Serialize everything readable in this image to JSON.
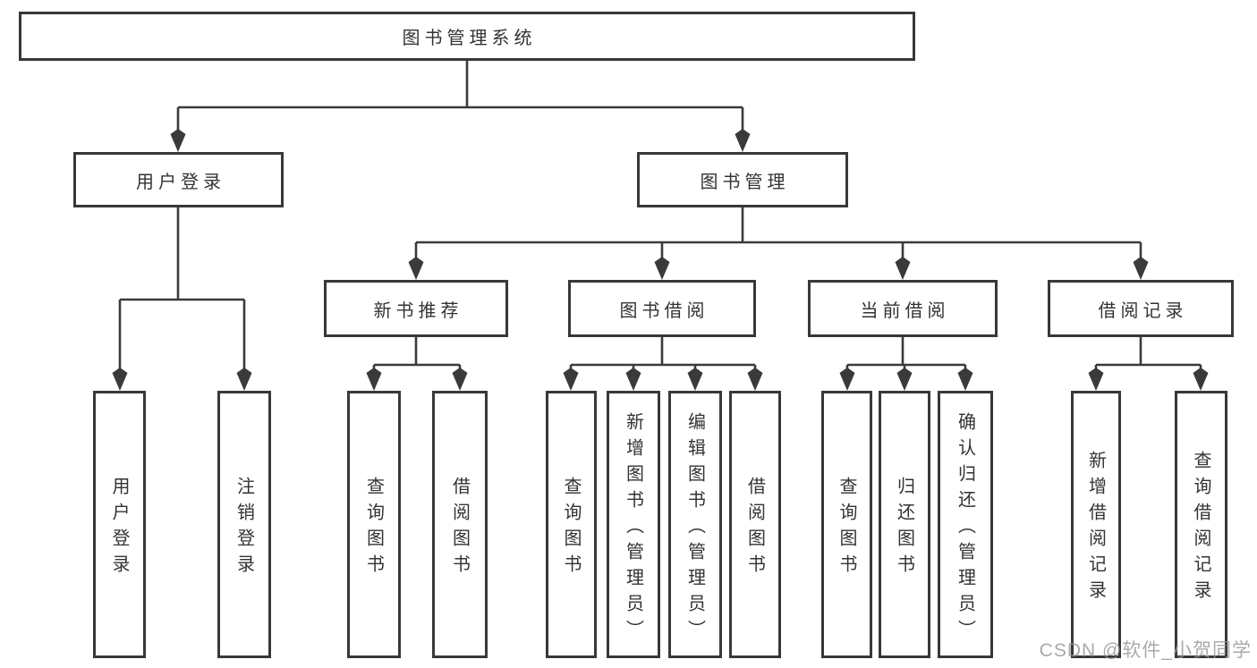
{
  "nodes": {
    "root": {
      "label": "图书管理系统"
    },
    "level2": [
      {
        "label": "用户登录",
        "parent": "图书管理系统"
      },
      {
        "label": "图书管理",
        "parent": "图书管理系统"
      }
    ],
    "level3": [
      {
        "label": "新书推荐",
        "parent": "图书管理"
      },
      {
        "label": "图书借阅",
        "parent": "图书管理"
      },
      {
        "label": "当前借阅",
        "parent": "图书管理"
      },
      {
        "label": "借阅记录",
        "parent": "图书管理"
      }
    ],
    "leaves": [
      {
        "label": "用户登录",
        "parent": "用户登录"
      },
      {
        "label": "注销登录",
        "parent": "用户登录"
      },
      {
        "label": "查询图书",
        "parent": "新书推荐"
      },
      {
        "label": "借阅图书",
        "parent": "新书推荐"
      },
      {
        "label": "查询图书",
        "parent": "图书借阅"
      },
      {
        "label": "新增图书（管理员）",
        "parent": "图书借阅"
      },
      {
        "label": "编辑图书（管理员）",
        "parent": "图书借阅"
      },
      {
        "label": "借阅图书",
        "parent": "图书借阅"
      },
      {
        "label": "查询图书",
        "parent": "当前借阅"
      },
      {
        "label": "归还图书",
        "parent": "当前借阅"
      },
      {
        "label": "确认归还（管理员）",
        "parent": "当前借阅"
      },
      {
        "label": "新增借阅记录",
        "parent": "借阅记录"
      },
      {
        "label": "查询借阅记录",
        "parent": "借阅记录"
      }
    ]
  },
  "watermark": {
    "text": "CSDN @软件_小贺同学"
  },
  "colors": {
    "line": "#3a3a3a",
    "border": "#383838",
    "text": "#333333",
    "background": "#ffffff",
    "watermark": "#969696"
  }
}
